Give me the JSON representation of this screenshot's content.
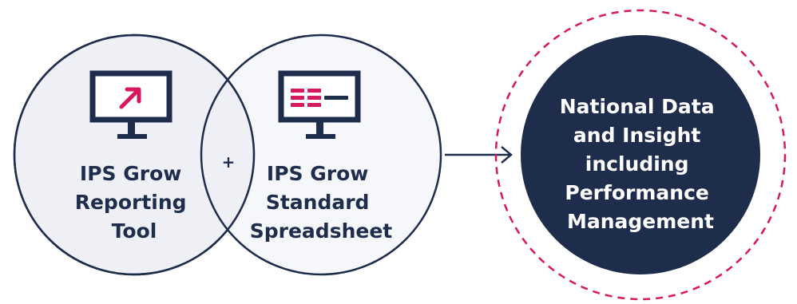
{
  "colors": {
    "navy": "#1f2d4d",
    "circle_fill": "#eef0f5",
    "accent_pink": "#d6185f",
    "white": "#ffffff"
  },
  "diagram": {
    "left_circle": {
      "icon": "monitor-with-arrow-icon",
      "lines": [
        "IPS Grow",
        "Reporting",
        "Tool"
      ]
    },
    "plus": "+",
    "right_circle": {
      "icon": "monitor-with-spreadsheet-icon",
      "lines": [
        "IPS Grow",
        "Standard",
        "Spreadsheet"
      ]
    },
    "arrow_icon": "arrow-right-icon",
    "result_circle": {
      "lines": [
        "National Data",
        "and Insight",
        "including",
        "Performance",
        "Management"
      ]
    }
  }
}
